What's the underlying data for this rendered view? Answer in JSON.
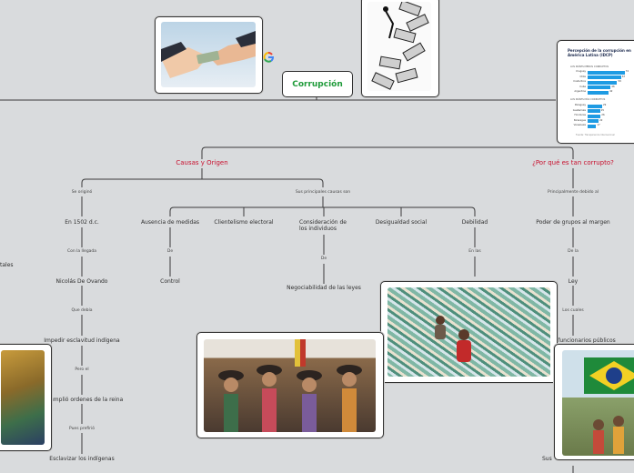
{
  "central_topic": "Corrupción",
  "branches": {
    "causes": {
      "title": "Causas y Origen",
      "nodes": {
        "se_origino": "Se originó",
        "year": "En 1502 d.c.",
        "con_la_llegada": "Con la llegada",
        "ovando": "Nicolás De Ovando",
        "que_debia": "Que debía",
        "impedir": "Impedir esclavitud indígena",
        "pero_el": "Pero el",
        "cumplio_partial": "umplió ordenes de la reina",
        "pues_prefirio": "Pues prefirió",
        "esclavizar": "Esclavizar los indígenas",
        "sus_principales": "Sus principales causas son",
        "ausencia": "Ausencia de medidas",
        "de_1": "De",
        "control": "Control",
        "clientelismo": "Clientelismo electoral",
        "consideracion": "Consideración de los individuos",
        "de_2": "De",
        "negociabilidad": "Negociabilidad de las leyes",
        "desigualdad": "Desigualdad social",
        "debilidad": "Debilidad",
        "en_las": "En las",
        "tales_partial": "tales"
      }
    },
    "why": {
      "title": "¿Por qué es tan corrupto?",
      "nodes": {
        "principalmente": "Principalmente debido al",
        "poder": "Poder de grupos al margen",
        "de_la": "De la",
        "ley": "Ley",
        "los_cuales": "Los cuales",
        "funcionarios": "funcionarios públicos",
        "sus_partial": "Sus"
      }
    }
  },
  "infographic": {
    "title": "Percepción de la corrupción en América Latina (IDCP)",
    "group1_heading": "LOS PAÍSES MENOS CORRUPTOS",
    "group1": [
      {
        "country": "Uruguay",
        "score": 74
      },
      {
        "country": "Chile",
        "score": 67
      },
      {
        "country": "Costa Rica",
        "score": 59
      },
      {
        "country": "Cuba",
        "score": 46
      },
      {
        "country": "Argentina",
        "score": 42
      }
    ],
    "group2_heading": "LOS PAÍSES MÁS CORRUPTOS",
    "group2": [
      {
        "country": "Paraguay",
        "score": 29
      },
      {
        "country": "Guatemala",
        "score": 25
      },
      {
        "country": "Honduras",
        "score": 26
      },
      {
        "country": "Nicaragua",
        "score": 22
      },
      {
        "country": "Venezuela",
        "score": 17
      }
    ],
    "bar_color": "#1e9be3",
    "footer": "Fuente: Transparencia Internacional"
  },
  "icons": {
    "google": "google-icon"
  },
  "colors": {
    "central_text": "#1f9b3a",
    "branch_title": "#c8102e",
    "background": "#d9dbdd"
  }
}
